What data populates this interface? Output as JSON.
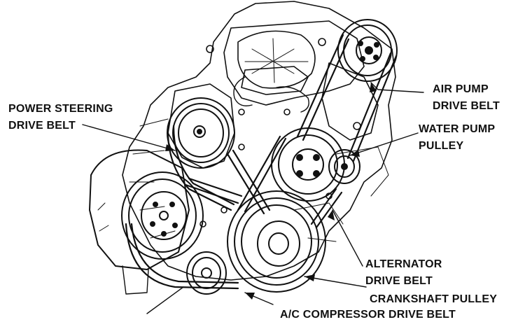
{
  "labels": {
    "power_steering_line1": "POWER STEERING",
    "power_steering_line2": "DRIVE BELT",
    "air_pump_line1": "AIR PUMP",
    "air_pump_line2": "DRIVE BELT",
    "water_pump_line1": "WATER PUMP",
    "water_pump_line2": "PULLEY",
    "alternator_line1": "ALTERNATOR",
    "alternator_line2": "DRIVE BELT",
    "crankshaft": "CRANKSHAFT PULLEY",
    "ac_compressor": "A/C COMPRESSOR DRIVE BELT"
  },
  "colors": {
    "ink": "#111111",
    "paper": "#ffffff"
  }
}
